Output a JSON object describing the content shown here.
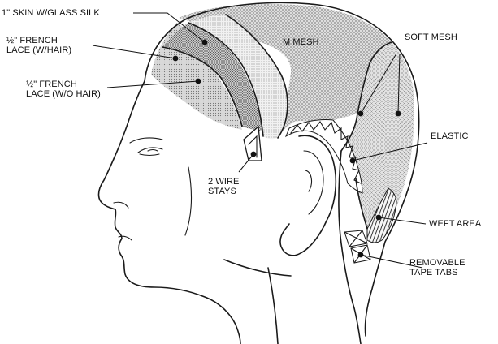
{
  "labels": {
    "skin_glass_silk": "1\" SKIN W/GLASS SILK",
    "french_lace_hair": [
      "½\" FRENCH",
      "LACE (W/HAIR)"
    ],
    "french_lace_no_hair": [
      "½\" FRENCH",
      "LACE (W/O HAIR)"
    ],
    "m_mesh": "M MESH",
    "soft_mesh": "SOFT MESH",
    "elastic": "ELASTIC",
    "wire_stays": [
      "2 WIRE",
      "STAYS"
    ],
    "weft_area": "WEFT AREA",
    "tape_tabs": [
      "REMOVABLE",
      "TAPE TABS"
    ]
  },
  "colors": {
    "mesh_fill": "#d2d2d2",
    "soft_mesh_fill": "#dcdcdc",
    "lace_fill": "#bdbdbd",
    "silk_fill": "#efefef",
    "ink": "#1a1a1a"
  }
}
